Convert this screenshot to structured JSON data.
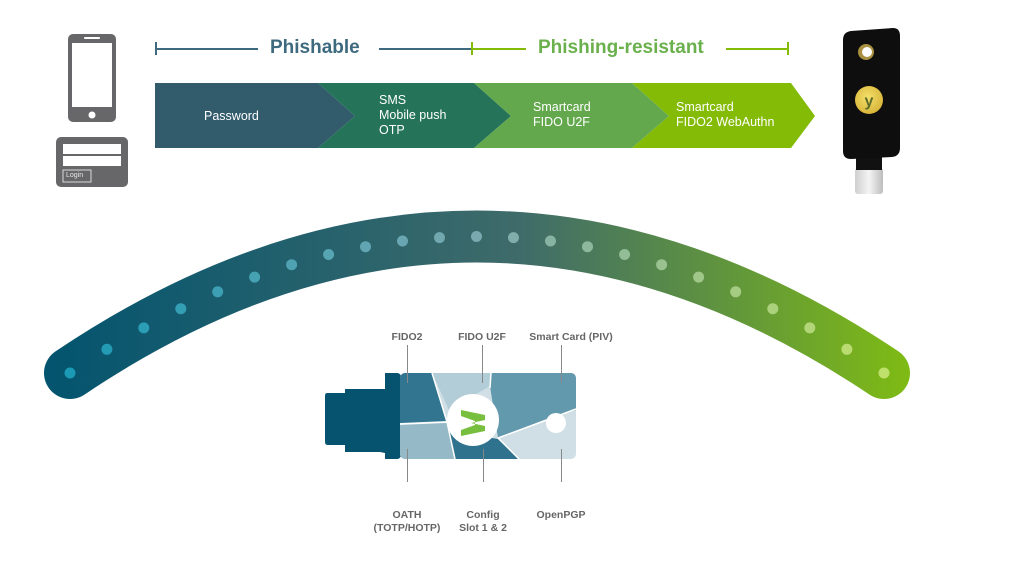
{
  "header": {
    "phishable_label": "Phishable",
    "resistant_label": "Phishing-resistant"
  },
  "spectrum": {
    "steps": [
      {
        "lines": [
          "Password"
        ],
        "color": "#325b6c"
      },
      {
        "lines": [
          "SMS",
          "Mobile push",
          "OTP"
        ],
        "color": "#257459"
      },
      {
        "lines": [
          "Smartcard",
          "FIDO U2F"
        ],
        "color": "#63a84d"
      },
      {
        "lines": [
          "Smartcard",
          "FIDO2 WebAuthn"
        ],
        "color": "#84bb07"
      }
    ]
  },
  "left_devices": {
    "phone_icon": "smartphone-icon",
    "login_form_icon": "login-form-icon",
    "login_button": "Login"
  },
  "right_device": {
    "icon": "security-key-icon",
    "logo_letter": "y"
  },
  "arc": {
    "gradient_start": "#03546f",
    "gradient_end": "#7fbb14",
    "dot_count": 23
  },
  "key_diagram": {
    "logo_icon": "yubico-y-logo-icon",
    "top_labels": [
      {
        "lines": [
          "FIDO2"
        ]
      },
      {
        "lines": [
          "FIDO U2F"
        ]
      },
      {
        "lines": [
          "Smart Card (PIV)"
        ]
      }
    ],
    "bottom_labels": [
      {
        "lines": [
          "OATH",
          "(TOTP/HOTP)"
        ]
      },
      {
        "lines": [
          "Config",
          "Slot 1 & 2"
        ]
      },
      {
        "lines": [
          "OpenPGP"
        ]
      }
    ]
  }
}
